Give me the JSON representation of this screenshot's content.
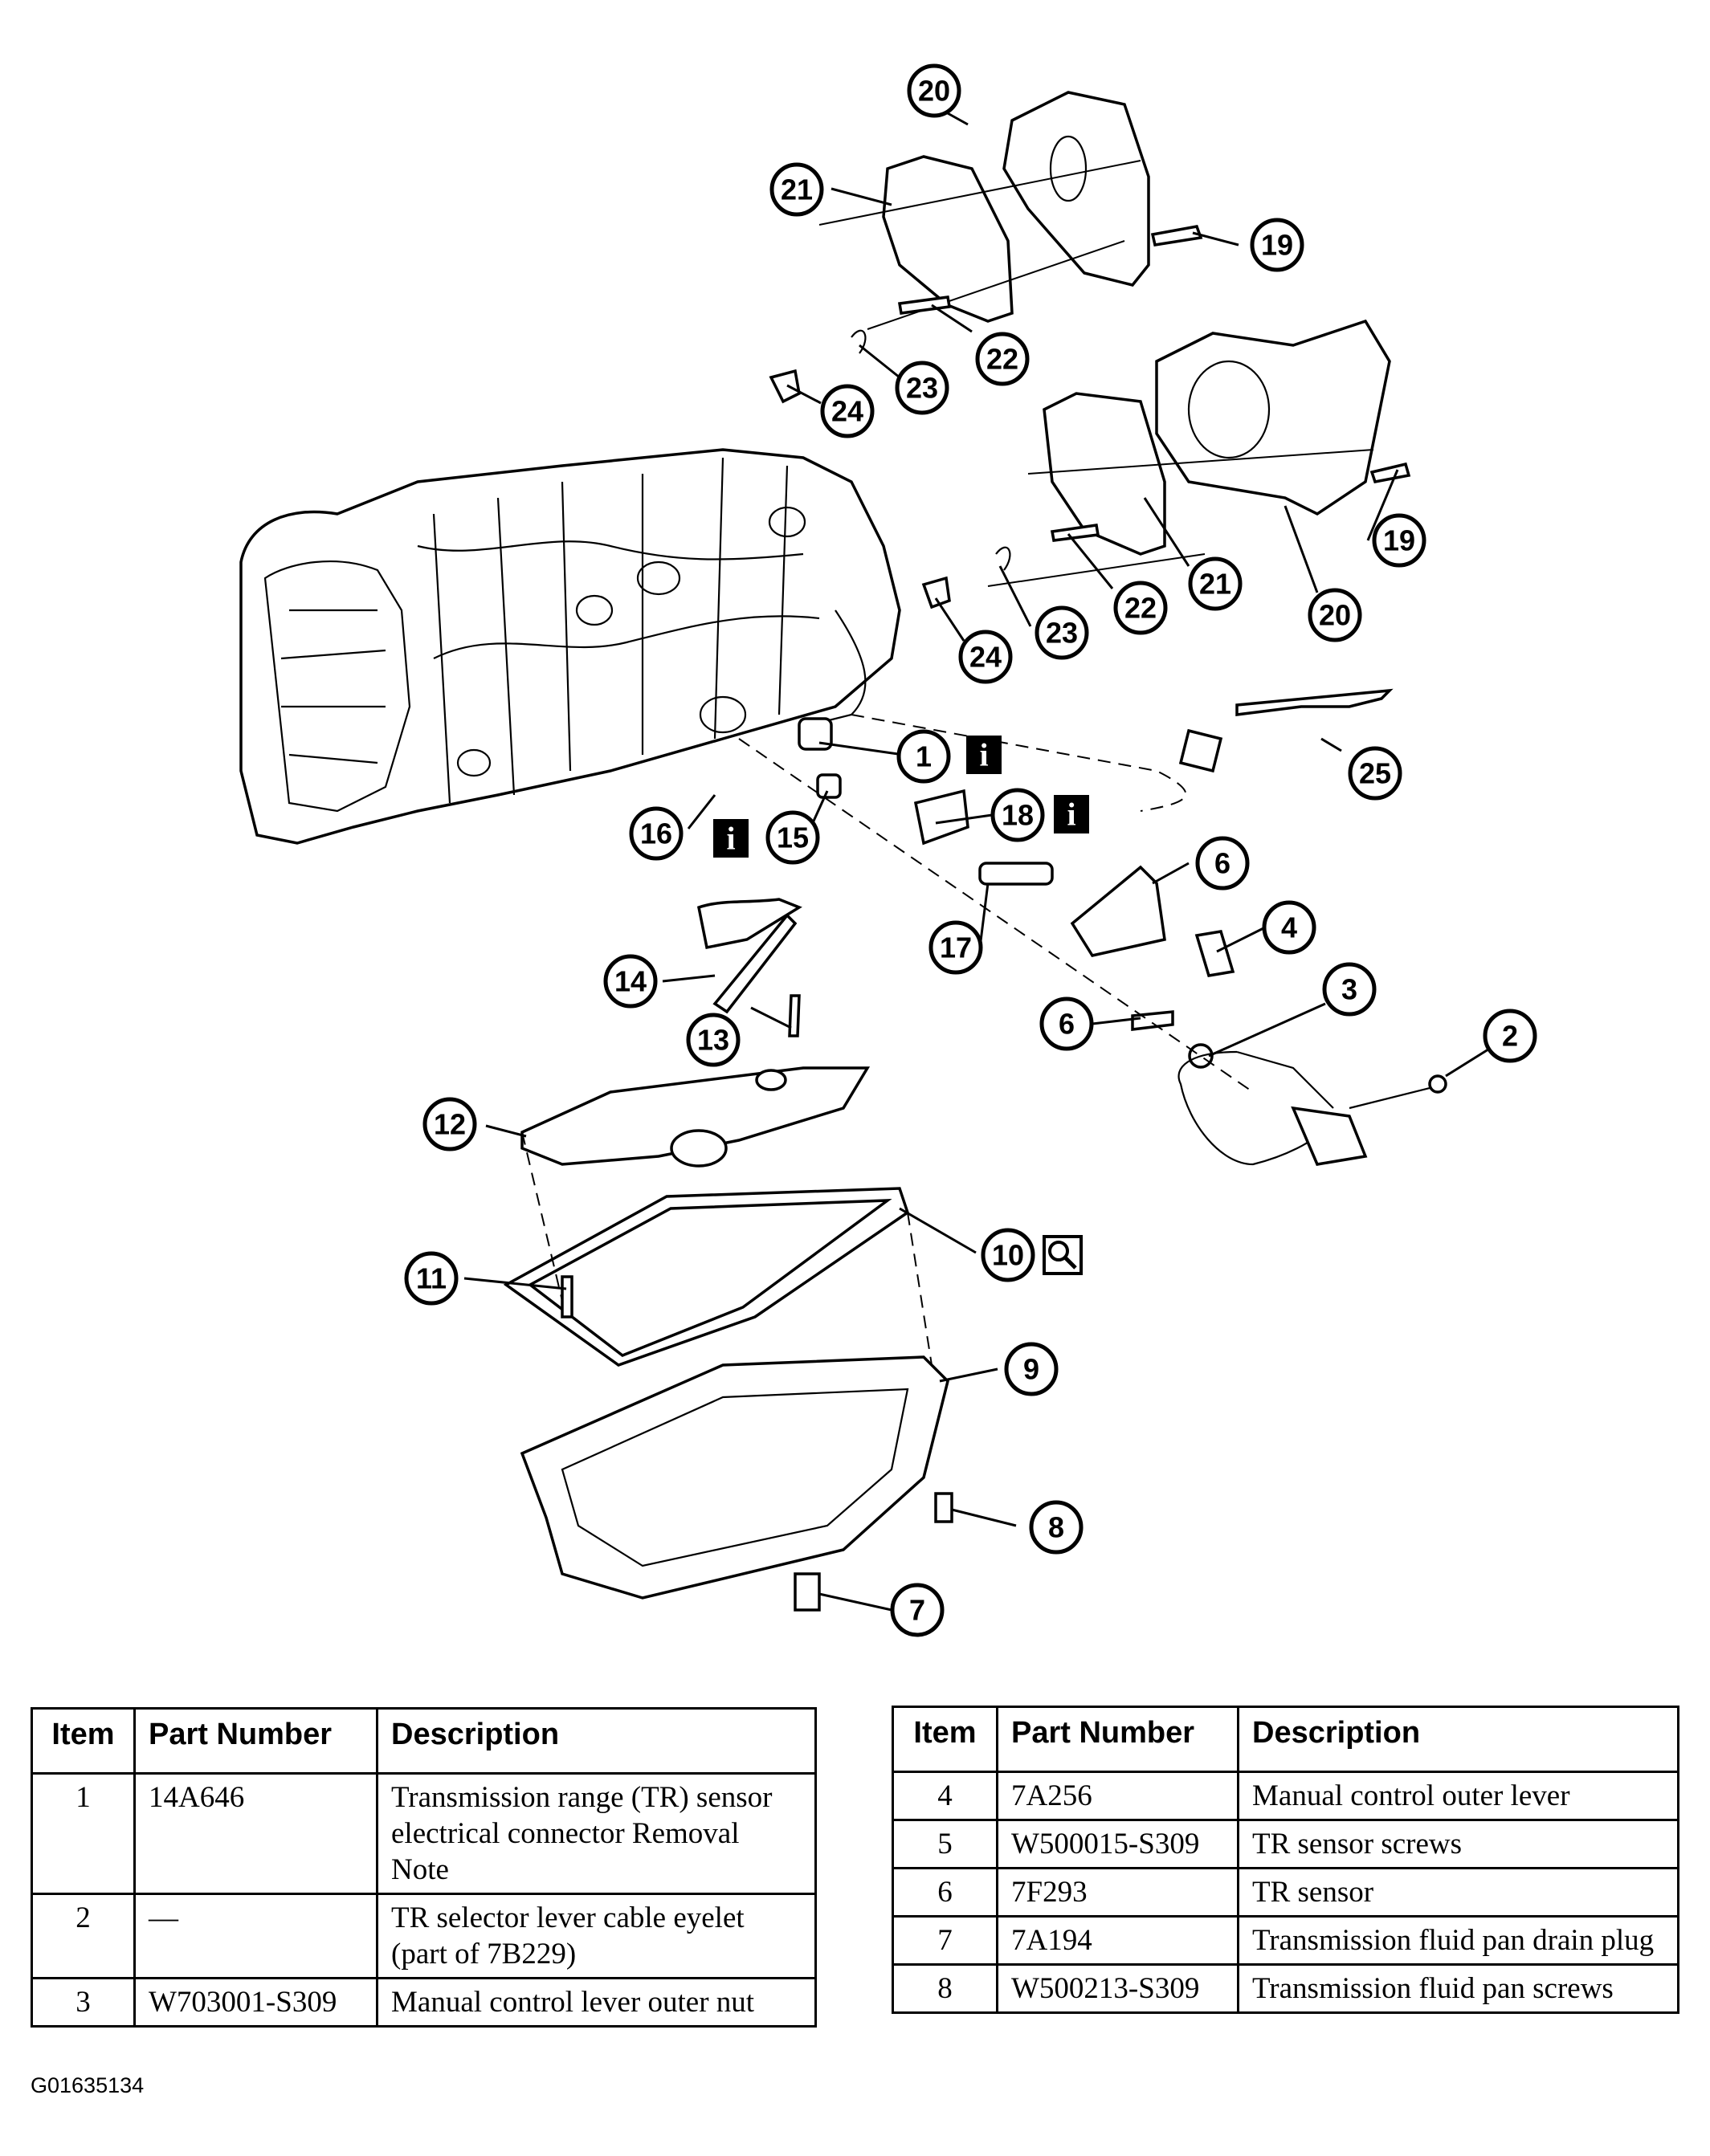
{
  "callouts": [
    "1",
    "2",
    "3",
    "4",
    "6",
    "6",
    "7",
    "8",
    "9",
    "10",
    "11",
    "12",
    "13",
    "14",
    "15",
    "16",
    "17",
    "18",
    "19",
    "19",
    "20",
    "20",
    "21",
    "21",
    "22",
    "22",
    "23",
    "23",
    "24",
    "24",
    "25"
  ],
  "info_badge": "i",
  "magnifier_badge": "magnifier-icon",
  "table_left": {
    "headers": [
      "Item",
      "Part Number",
      "Description"
    ],
    "rows": [
      {
        "item": "1",
        "part_number": "14A646",
        "description": "Transmission range (TR) sensor electrical connector Removal Note"
      },
      {
        "item": "2",
        "part_number": "—",
        "description": "TR selector lever cable eyelet (part of 7B229)"
      },
      {
        "item": "3",
        "part_number": "W703001-S309",
        "description": "Manual control lever outer nut"
      }
    ]
  },
  "table_right": {
    "headers": [
      "Item",
      "Part Number",
      "Description"
    ],
    "rows": [
      {
        "item": "4",
        "part_number": "7A256",
        "description": "Manual control outer lever"
      },
      {
        "item": "5",
        "part_number": "W500015-S309",
        "description": "TR sensor screws"
      },
      {
        "item": "6",
        "part_number": "7F293",
        "description": "TR sensor"
      },
      {
        "item": "7",
        "part_number": "7A194",
        "description": "Transmission fluid pan drain plug"
      },
      {
        "item": "8",
        "part_number": "W500213-S309",
        "description": "Transmission fluid pan screws"
      }
    ]
  },
  "figure_id": "G01635134"
}
